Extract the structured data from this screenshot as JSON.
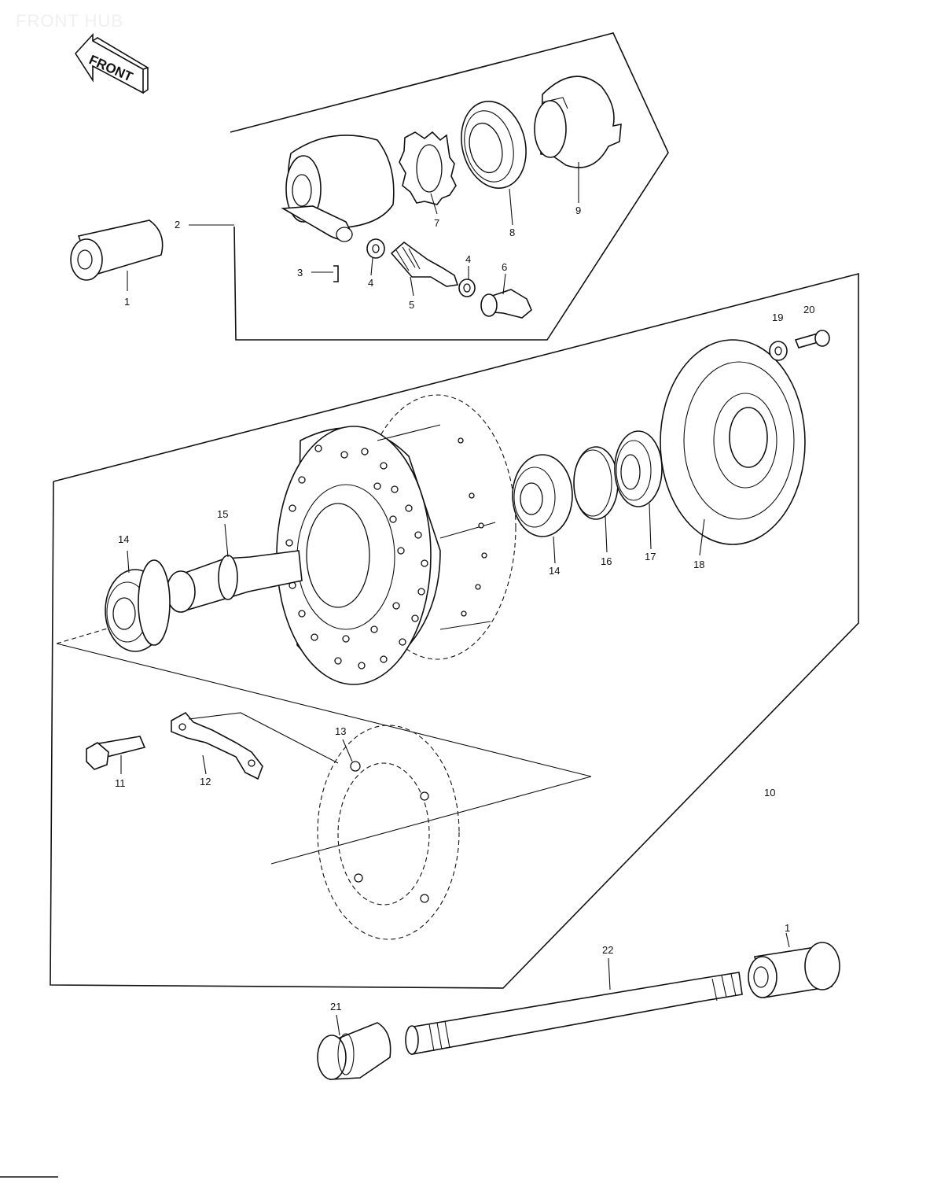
{
  "page": {
    "title": "FRONT HUB"
  },
  "direction_badge": {
    "label": "FRONT"
  },
  "callouts": {
    "c1a": "1",
    "c1b": "1",
    "c2": "2",
    "c3": "3",
    "c4a": "4",
    "c4b": "4",
    "c5": "5",
    "c6": "6",
    "c7": "7",
    "c8": "8",
    "c9": "9",
    "c10": "10",
    "c11": "11",
    "c12": "12",
    "c13": "13",
    "c14a": "14",
    "c14b": "14",
    "c15": "15",
    "c16": "16",
    "c17": "17",
    "c18": "18",
    "c19": "19",
    "c20": "20",
    "c21": "21",
    "c22": "22"
  }
}
